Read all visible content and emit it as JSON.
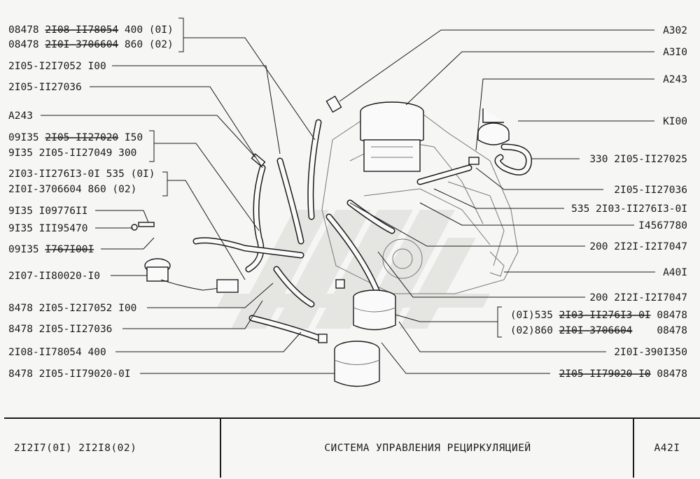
{
  "labels_left": [
    {
      "pre": "08478 ",
      "strike": "2I08-II78054",
      "post": " 400 (0I)"
    },
    {
      "pre": "08478 ",
      "strike": "2I0I-3706604",
      "post": " 860 (02)"
    },
    {
      "pre": "2I05-I2I7052 I00",
      "strike": "",
      "post": ""
    },
    {
      "pre": "2I05-II27036",
      "strike": "",
      "post": ""
    },
    {
      "pre": "A243",
      "strike": "",
      "post": ""
    },
    {
      "pre": "09I35 ",
      "strike": "2I05-II27020",
      "post": " I50"
    },
    {
      "pre": "9I35  2I05-II27049 300",
      "strike": "",
      "post": ""
    },
    {
      "pre": "2I03-II276I3-0I 535 (0I)",
      "strike": "",
      "post": ""
    },
    {
      "pre": "2I0I-3706604     860 (02)",
      "strike": "",
      "post": ""
    },
    {
      "pre": "9I35 I09776II",
      "strike": "",
      "post": ""
    },
    {
      "pre": "9I35 III95470",
      "strike": "",
      "post": ""
    },
    {
      "pre": "09I35 ",
      "strike": "I767I00I",
      "post": ""
    },
    {
      "pre": "2I07-II80020-I0",
      "strike": "",
      "post": ""
    },
    {
      "pre": "8478 2I05-I2I7052 I00",
      "strike": "",
      "post": ""
    },
    {
      "pre": "8478 2I05-II27036",
      "strike": "",
      "post": ""
    },
    {
      "pre": "2I08-II78054 400",
      "strike": "",
      "post": ""
    },
    {
      "pre": "8478 2I05-II79020-0I",
      "strike": "",
      "post": ""
    }
  ],
  "labels_right": [
    {
      "pre": "A302",
      "strike": "",
      "post": ""
    },
    {
      "pre": "A3I0",
      "strike": "",
      "post": ""
    },
    {
      "pre": "A243",
      "strike": "",
      "post": ""
    },
    {
      "pre": "KI00",
      "strike": "",
      "post": ""
    },
    {
      "pre": "330 2I05-II27025",
      "strike": "",
      "post": ""
    },
    {
      "pre": "2I05-II27036",
      "strike": "",
      "post": ""
    },
    {
      "pre": "535 2I03-II276I3-0I",
      "strike": "",
      "post": ""
    },
    {
      "pre": "I4567780",
      "strike": "",
      "post": ""
    },
    {
      "pre": "200 2I2I-I2I7047",
      "strike": "",
      "post": ""
    },
    {
      "pre": "A40I",
      "strike": "",
      "post": ""
    },
    {
      "pre": "200 2I2I-I2I7047",
      "strike": "",
      "post": ""
    },
    {
      "pre": "(0I)535 ",
      "strike": "2I03-II276I3-0I",
      "post": " 08478"
    },
    {
      "pre": "(02)860 ",
      "strike": "2I0I-3706604",
      "post": "    08478"
    },
    {
      "pre": "2I0I-390I350",
      "strike": "",
      "post": ""
    },
    {
      "pre": "",
      "strike": "2I05-II79020-I0",
      "post": " 08478"
    }
  ],
  "title_block": {
    "models": "2I2I7(0I)  2I2I8(02)",
    "title": "СИСТЕМА  УПРАВЛЕНИЯ  РЕЦИРКУЛЯЦИЕЙ",
    "sheet": "A42I"
  }
}
